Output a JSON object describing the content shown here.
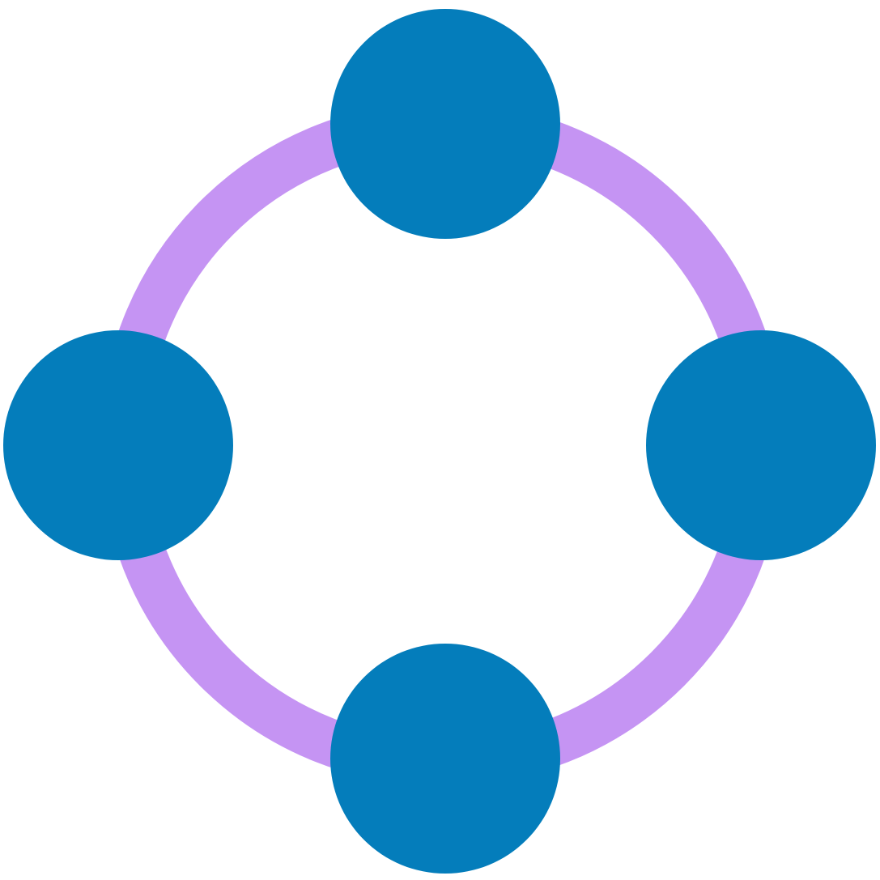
{
  "icon": {
    "name": "network-ring-icon",
    "colors": {
      "ring": "#C594F3",
      "node": "#047DBB",
      "background": "#FFFFFF"
    },
    "nodes": [
      "top",
      "left",
      "right",
      "bottom"
    ]
  }
}
